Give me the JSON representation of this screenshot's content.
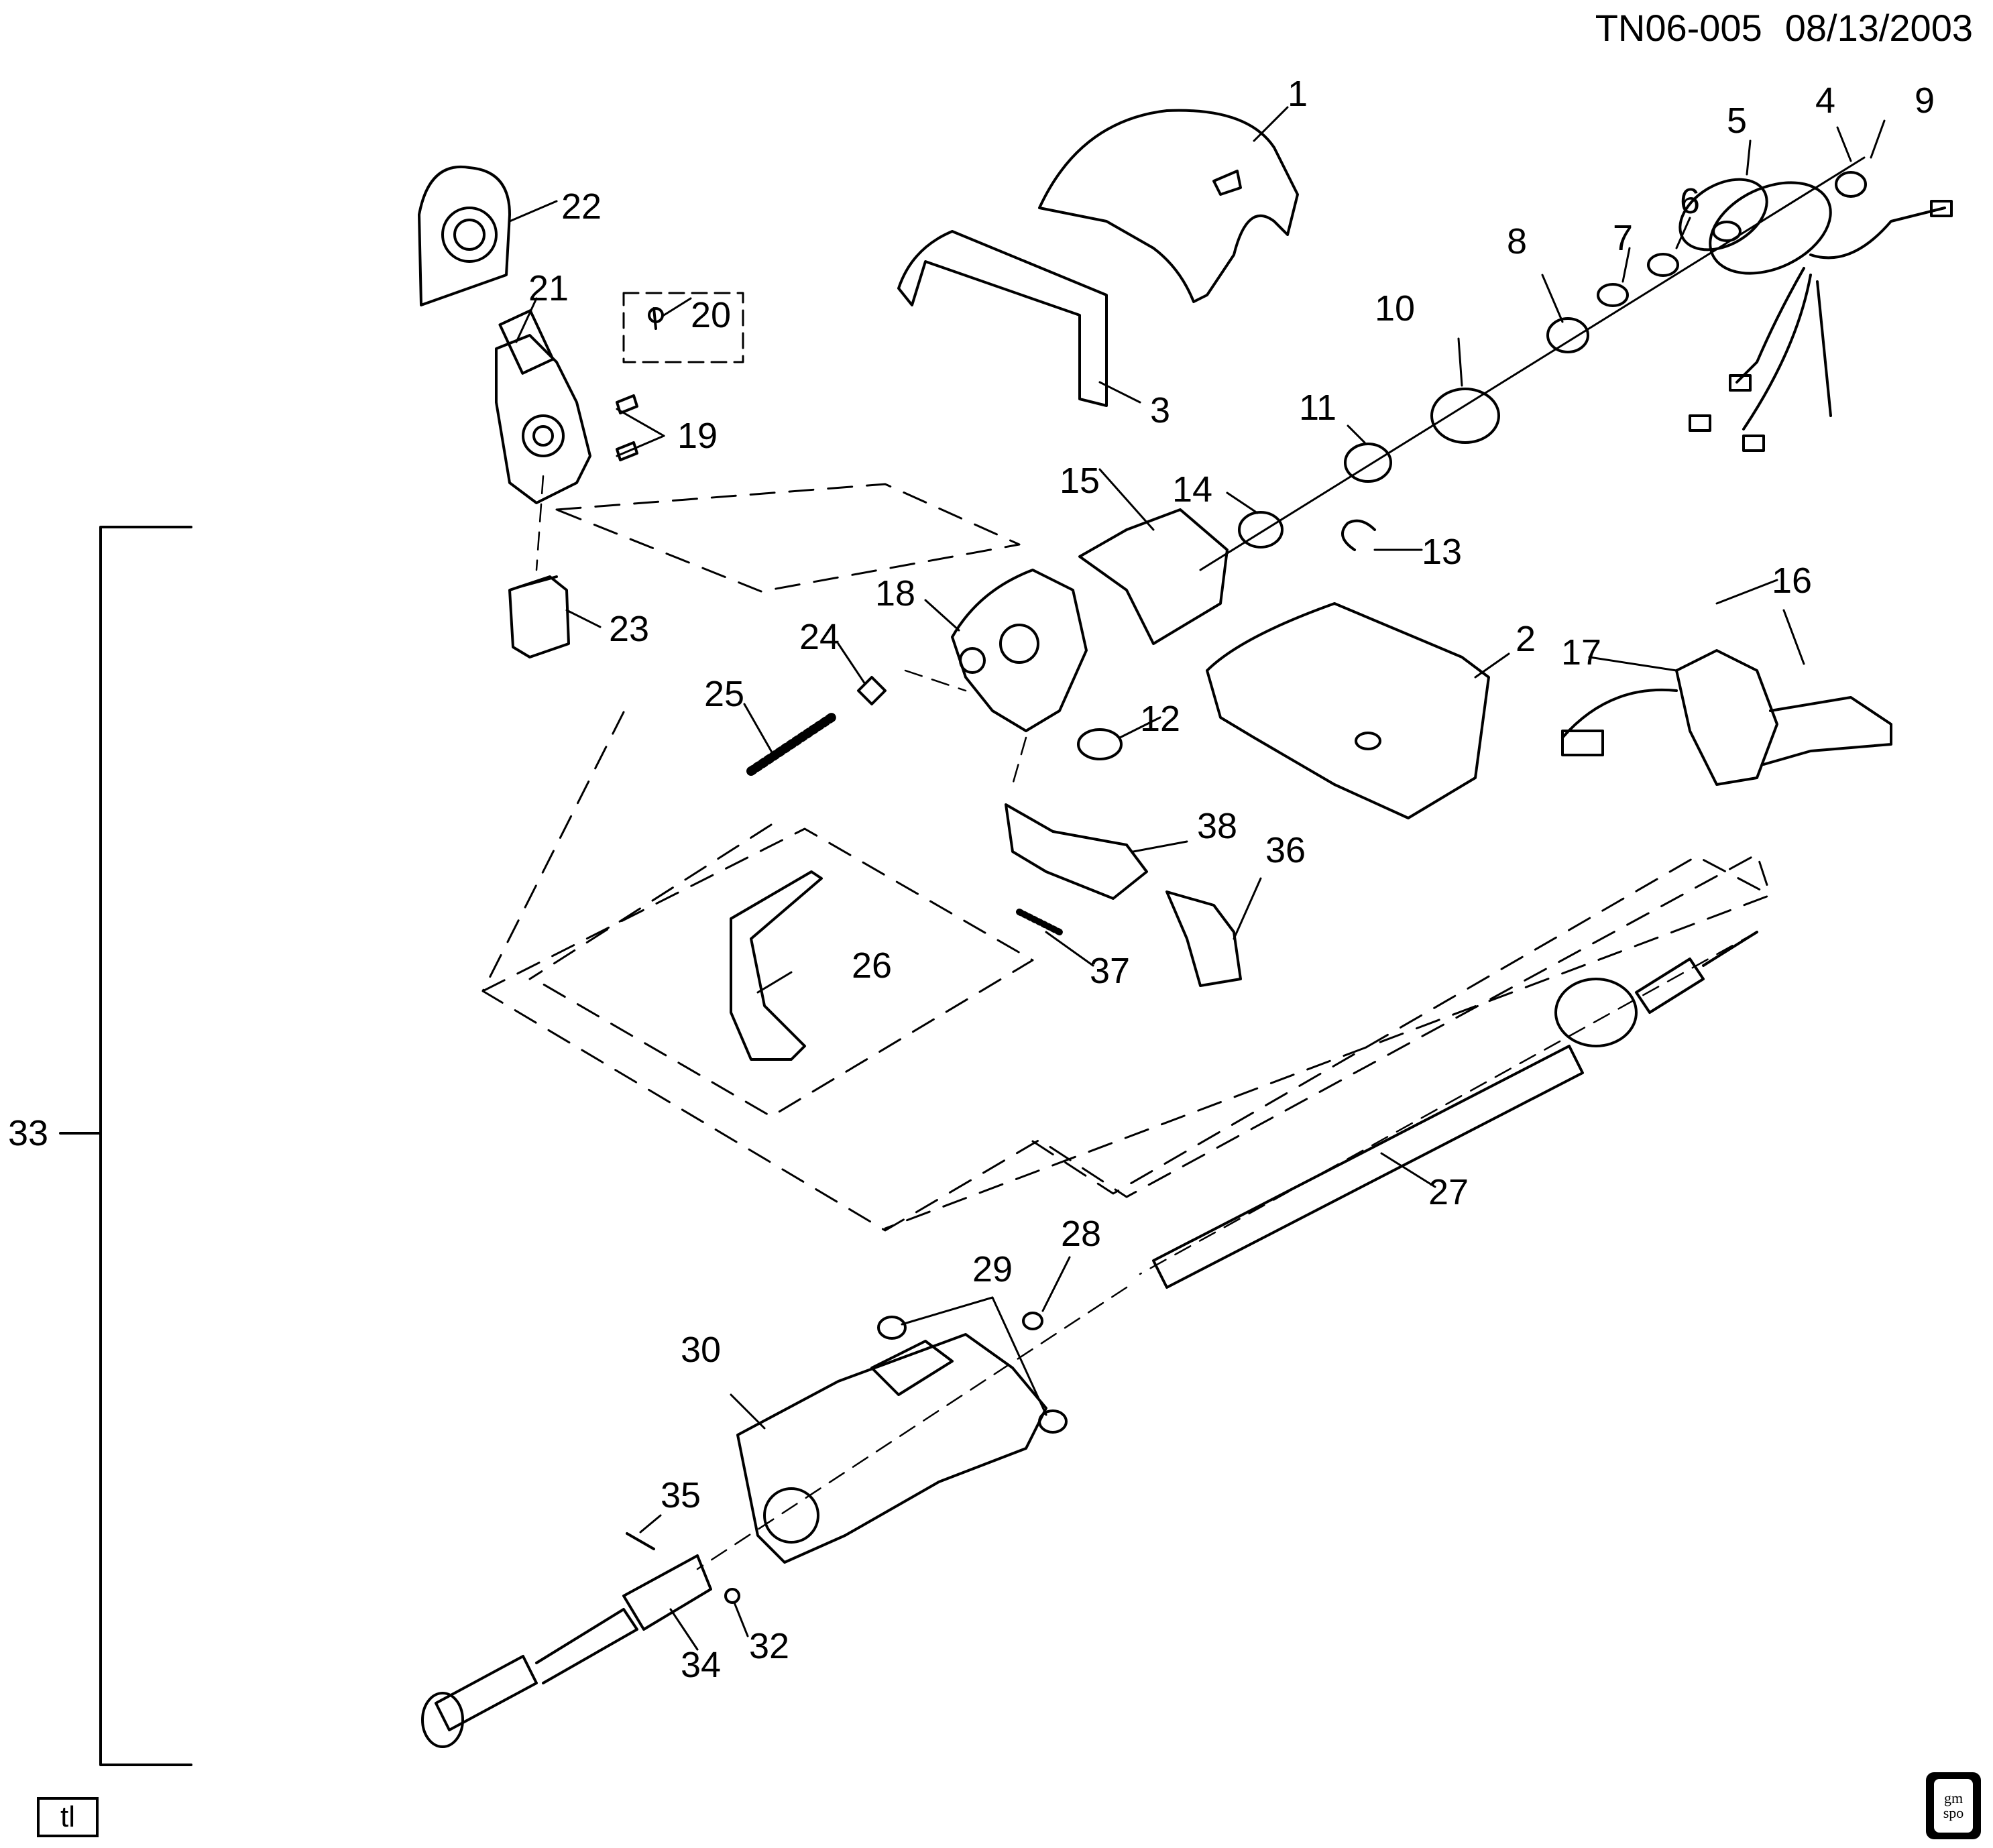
{
  "header": {
    "code": "TN06-005",
    "date": "08/13/2003"
  },
  "view_label": "tl",
  "logo": {
    "line1": "gm",
    "line2": "spo"
  },
  "callouts": {
    "p1": "1",
    "p2": "2",
    "p3": "3",
    "p4": "4",
    "p5": "5",
    "p6": "6",
    "p7": "7",
    "p8": "8",
    "p9": "9",
    "p10": "10",
    "p11": "11",
    "p12": "12",
    "p13": "13",
    "p14": "14",
    "p15": "15",
    "p16": "16",
    "p17": "17",
    "p18": "18",
    "p19": "19",
    "p20": "20",
    "p21": "21",
    "p22": "22",
    "p23": "23",
    "p24": "24",
    "p25": "25",
    "p26": "26",
    "p27": "27",
    "p28": "28",
    "p29": "29",
    "p30": "30",
    "p32": "32",
    "p33": "33",
    "p34": "34",
    "p35": "35",
    "p36": "36",
    "p37": "37",
    "p38": "38"
  }
}
